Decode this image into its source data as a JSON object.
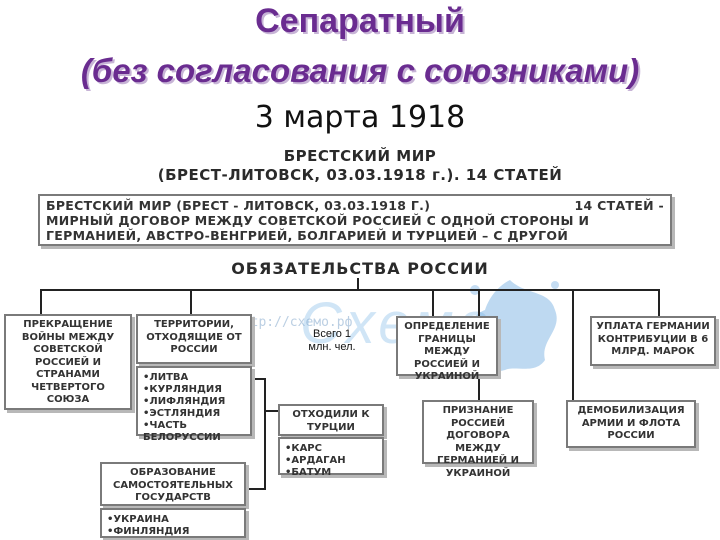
{
  "titles": {
    "line1": "Сепаратный",
    "line2": "(без согласования с союзниками)",
    "line3": "3 марта 1918"
  },
  "diagram": {
    "header_line1": "БРЕСТСКИЙ МИР",
    "header_line2": "(БРЕСТ-ЛИТОВСК, 03.03.1918 г.). 14 СТАТЕЙ",
    "definition": {
      "left": "БРЕСТСКИЙ МИР (БРЕСТ - ЛИТОВСК, 03.03.1918 г.)",
      "right": "14 СТАТЕЙ -",
      "line2": "МИРНЫЙ ДОГОВОР МЕЖДУ СОВЕТСКОЙ РОССИЕЙ С ОДНОЙ СТОРОНЫ И",
      "line3": "ГЕРМАНИЕЙ, АВСТРО-ВЕНГРИЕЙ, БОЛГАРИЕЙ И ТУРЦИЕЙ – С ДРУГОЙ"
    },
    "obligations_title": "ОБЯЗАТЕЛЬСТВА РОССИИ",
    "box_war_end": "ПРЕКРАЩЕНИЕ ВОЙНЫ МЕЖДУ СОВЕТСКОЙ РОССИЕЙ И СТРАНАМИ ЧЕТВЕРТОГО СОЮЗА",
    "box_territories": "ТЕРРИТОРИИ, ОТХОДЯЩИЕ ОТ РОССИИ",
    "territories_list": [
      "•ЛИТВА",
      "•КУРЛЯНДИЯ",
      "•ЛИФЛЯНДИЯ",
      "•ЭСТЛЯНДИЯ",
      "•ЧАСТЬ БЕЛОРУССИИ"
    ],
    "box_turkey": "ОТХОДИЛИ К ТУРЦИИ",
    "turkey_list": [
      "•КАРС",
      "•АРДАГАН",
      "•БАТУМ"
    ],
    "box_states": "ОБРАЗОВАНИЕ САМОСТОЯТЕЛЬНЫХ ГОСУДАРСТВ",
    "states_list": [
      "•УКРАИНА",
      "•ФИНЛЯНДИЯ"
    ],
    "box_border": "ОПРЕДЕЛЕНИЕ ГРАНИЦЫ МЕЖДУ РОССИЕЙ И УКРАИНОЙ",
    "box_recognition": "ПРИЗНАНИЕ РОССИЕЙ ДОГОВОРА МЕЖДУ ГЕРМАНИЕЙ И УКРАИНОЙ",
    "box_payment": "УПЛАТА ГЕРМАНИИ КОНТРИБУЦИИ В 6 МЛРД. МАРОК",
    "box_demob": "ДЕМОБИЛИЗАЦИЯ АРМИИ И ФЛОТА РОССИИ",
    "victims_note": "Всего 1 млн. чел."
  },
  "watermark": {
    "text": "Схема",
    "url": "http://схемо.рф"
  }
}
